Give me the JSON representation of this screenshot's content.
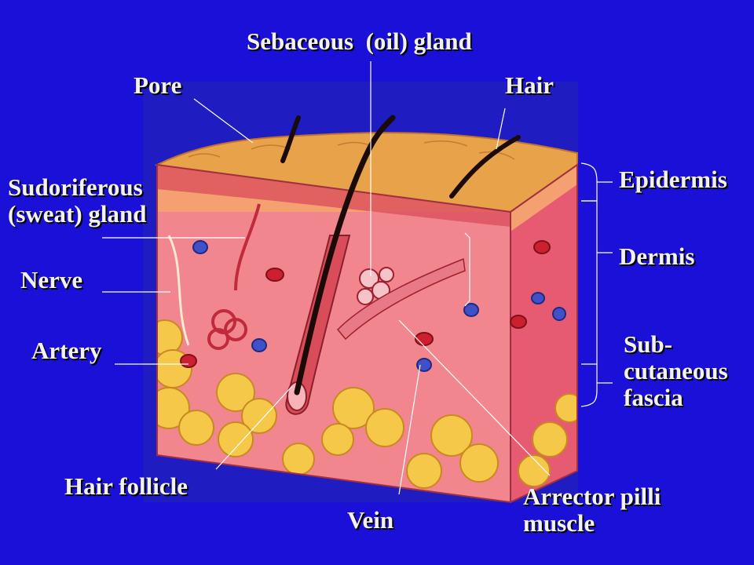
{
  "colors": {
    "background": "#1a10d8",
    "label_text": "#f2f2f2",
    "leader_line": "#ffffff",
    "epidermis": "#e8a24a",
    "dermis": "#f2868f",
    "subcutaneous_fat": "#f6c84a",
    "artery": "#cc2030",
    "vein": "#2848c8"
  },
  "labels": {
    "sebaceous_gland": "Sebaceous  (oil) gland",
    "pore": "Pore",
    "hair": "Hair",
    "sudoriferous_gland": [
      "Sudoriferous",
      "(sweat) gland"
    ],
    "nerve": "Nerve",
    "artery": "Artery",
    "hair_follicle": "Hair follicle",
    "vein": "Vein",
    "arrector_pili": [
      "Arrector pilli",
      "muscle"
    ],
    "epidermis": "Epidermis",
    "dermis": "Dermis",
    "subcutaneous": [
      "Sub-",
      "cutaneous",
      "fascia"
    ]
  }
}
